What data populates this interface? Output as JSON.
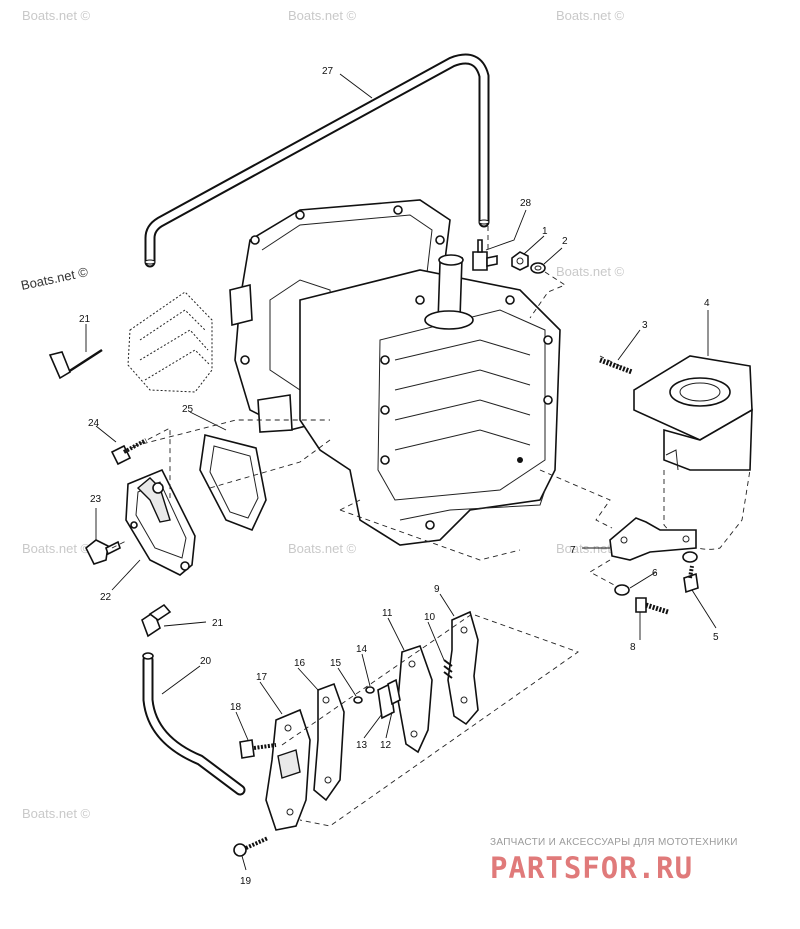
{
  "watermarks": [
    "Boats.net ©",
    "Boats.net ©",
    "Boats.net ©",
    "Boats.net ©",
    "Boats.net ©",
    "Boats.net ©",
    "Boats.net ©",
    "Boats.net ©",
    "Boats.net ©"
  ],
  "callouts": [
    "27",
    "28",
    "1",
    "2",
    "3",
    "4",
    "21",
    "24",
    "25",
    "23",
    "22",
    "7",
    "6",
    "5",
    "8",
    "9",
    "21",
    "20",
    "10",
    "11",
    "14",
    "15",
    "16",
    "17",
    "18",
    "13",
    "12",
    "19"
  ],
  "brand": {
    "subtitle": "ЗАПЧАСТИ И АКСЕССУАРЫ ДЛЯ МОТОТЕХНИКИ",
    "logo": "PARTSFOR.RU"
  }
}
